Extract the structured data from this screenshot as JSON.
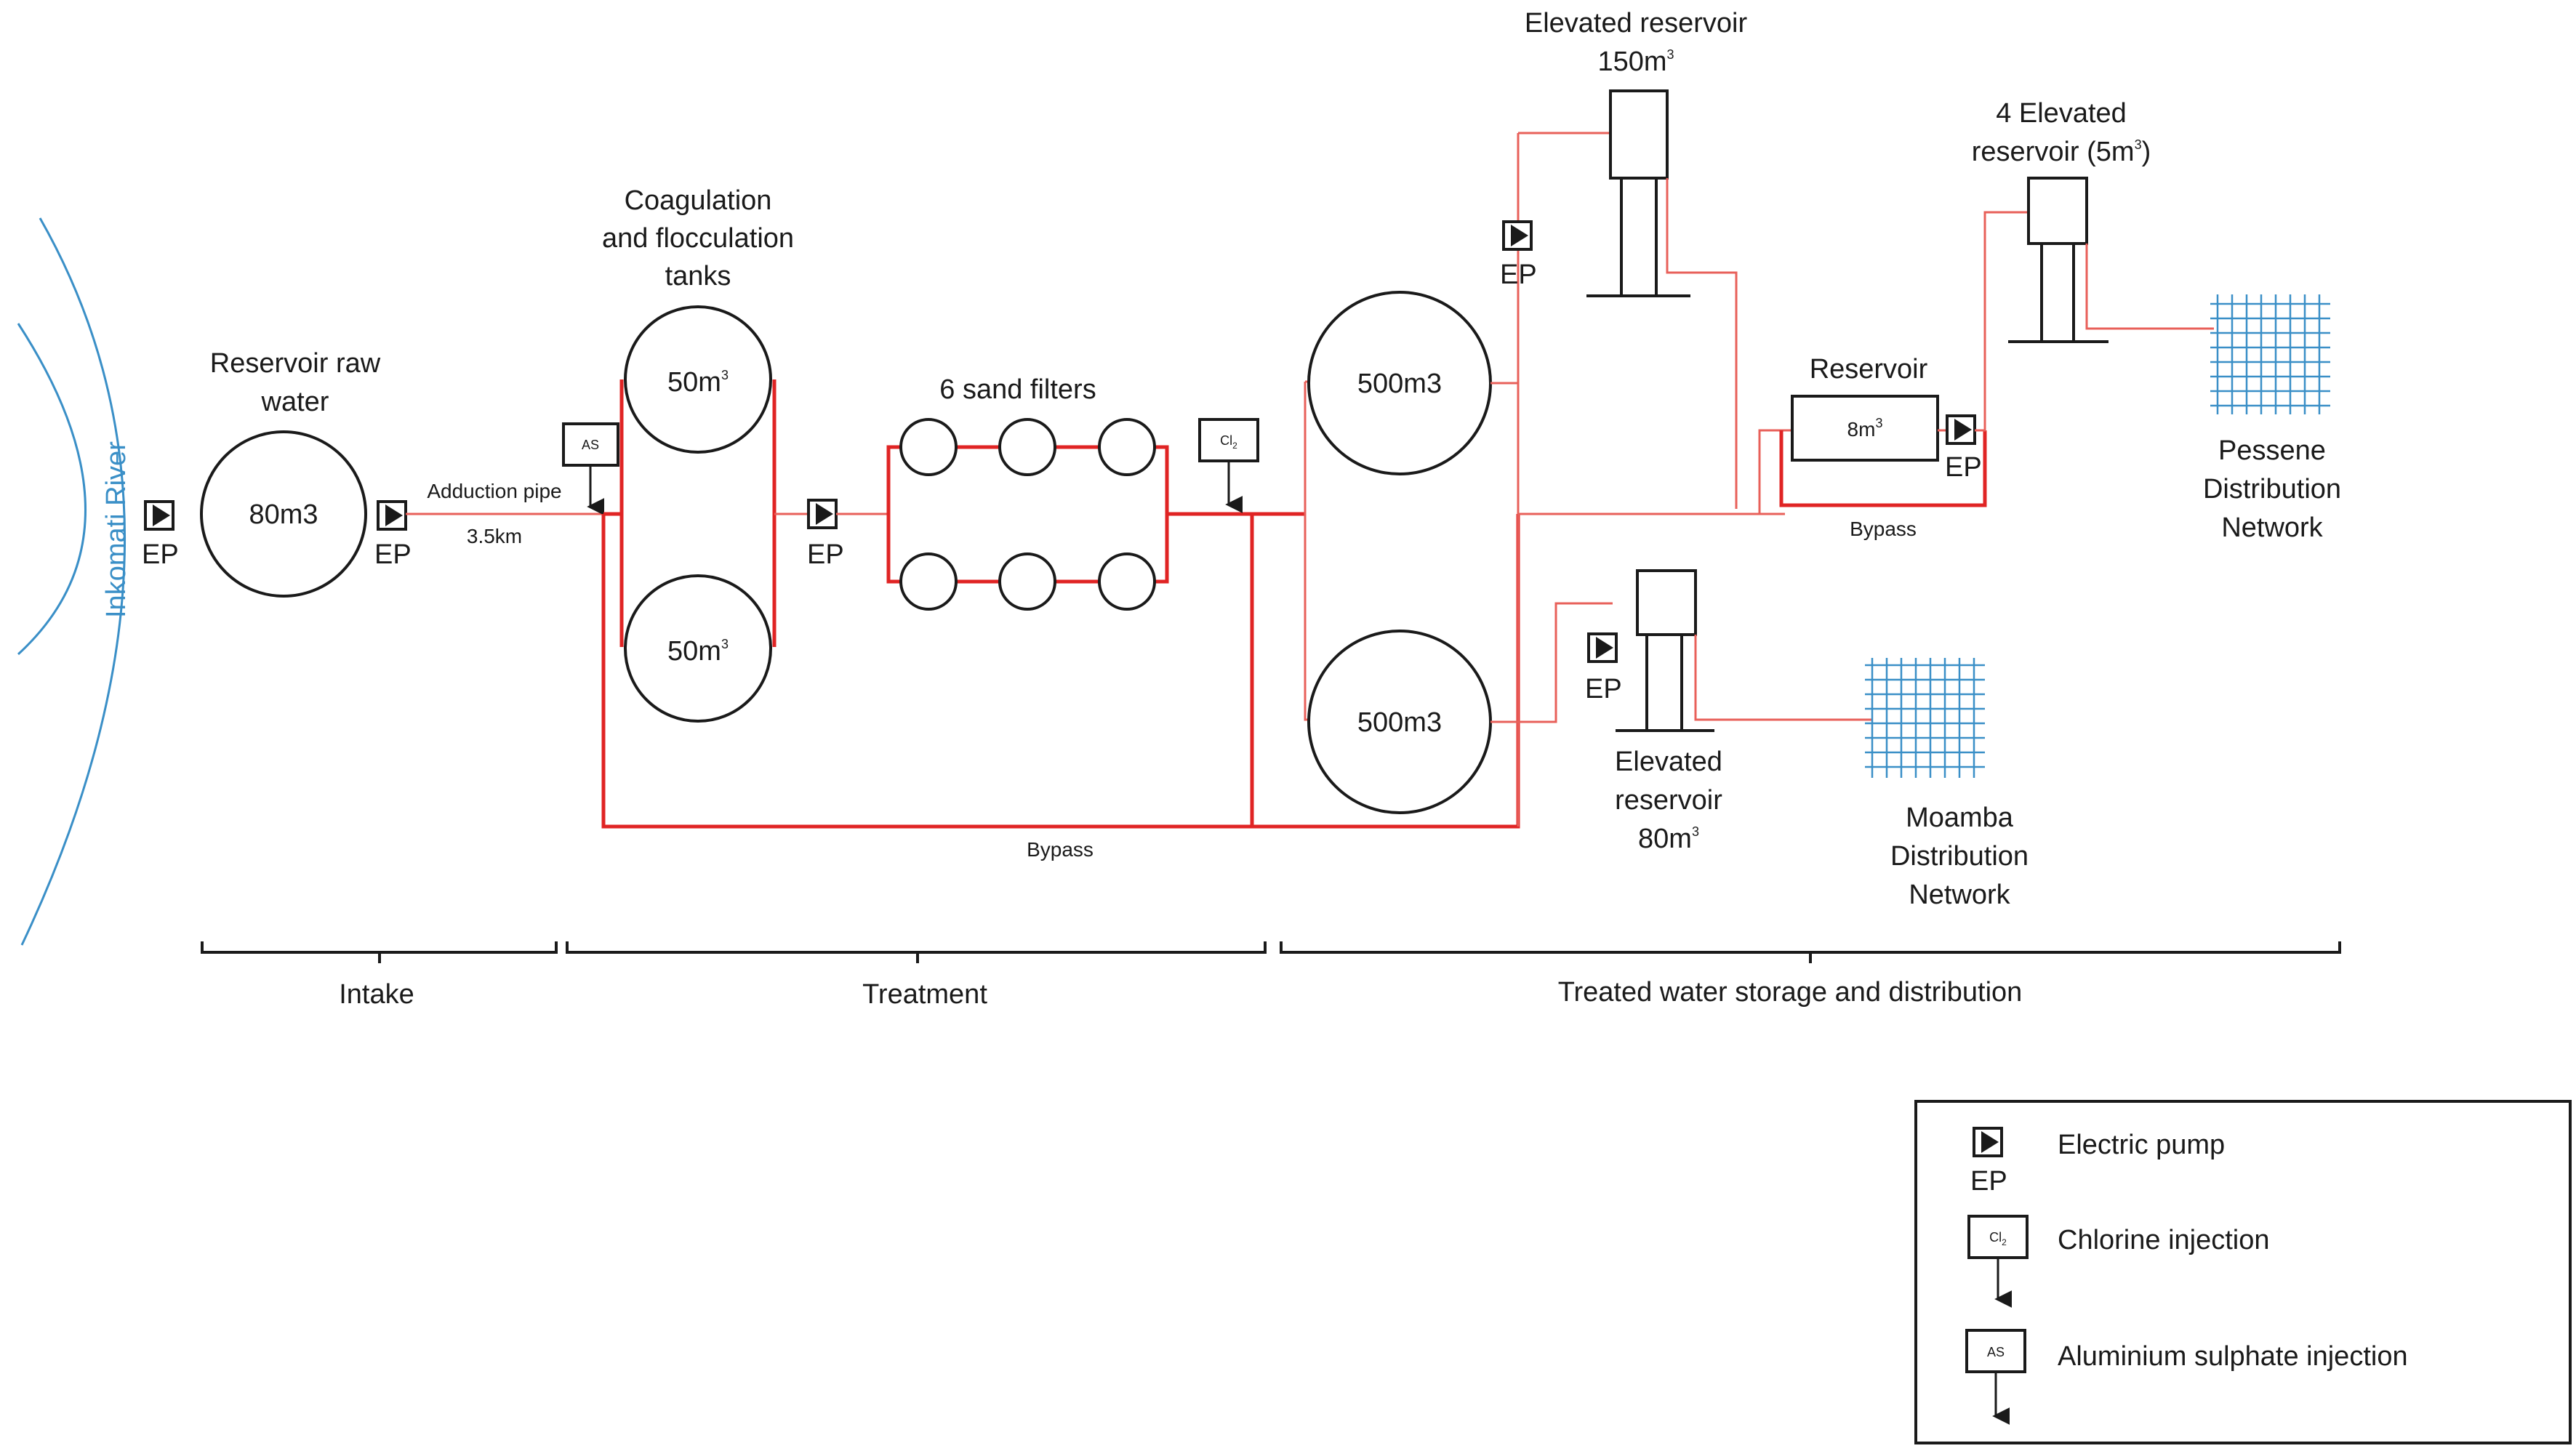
{
  "colors": {
    "pipe": "#e02424",
    "pipe_thin": "#e8605a",
    "river": "#3a8fc7",
    "outline": "#1a1a1a"
  },
  "river": {
    "label": "Inkomati River"
  },
  "intake": {
    "pump_label": "EP",
    "reservoir_title_line1": "Reservoir raw",
    "reservoir_title_line2": "water",
    "reservoir_capacity": "80m3",
    "pump2_label": "EP",
    "pipe_label": "Adduction pipe",
    "pipe_length": "3.5km"
  },
  "treatment": {
    "as_box": "AS",
    "coag_title_line1": "Coagulation",
    "coag_title_line2": "and flocculation",
    "coag_title_line3": "tanks",
    "coag_tank1": "50m",
    "coag_tank2": "50m",
    "pump_label": "EP",
    "filters_title": "6 sand filters",
    "cl_box": "Cl",
    "bypass_label": "Bypass"
  },
  "storage": {
    "tank1": "500m3",
    "tank2": "500m3",
    "elev150_line1": "Elevated reservoir",
    "elev150_line2": "150m",
    "pump_elev150": "EP",
    "elev80_line1": "Elevated",
    "elev80_line2": "reservoir",
    "elev80_line3": "80m",
    "pump_elev80": "EP",
    "reservoir_title": "Reservoir",
    "reservoir_capacity": "8m",
    "reservoir_pump": "EP",
    "reservoir_bypass": "Bypass",
    "elev5_line1": "4 Elevated",
    "elev5_line2": "reservoir (5m",
    "elev5_close": ")",
    "pessene_line1": "Pessene",
    "pessene_line2": "Distribution",
    "pessene_line3": "Network",
    "moamba_line1": "Moamba",
    "moamba_line2": "Distribution",
    "moamba_line3": "Network"
  },
  "sections": {
    "intake": "Intake",
    "treatment": "Treatment",
    "storage": "Treated water storage and distribution"
  },
  "legend": {
    "pump_symbol": "EP",
    "pump_desc": "Electric pump",
    "cl_symbol": "Cl",
    "cl_desc": "Chlorine injection",
    "as_symbol": "AS",
    "as_desc": "Aluminium sulphate injection"
  }
}
